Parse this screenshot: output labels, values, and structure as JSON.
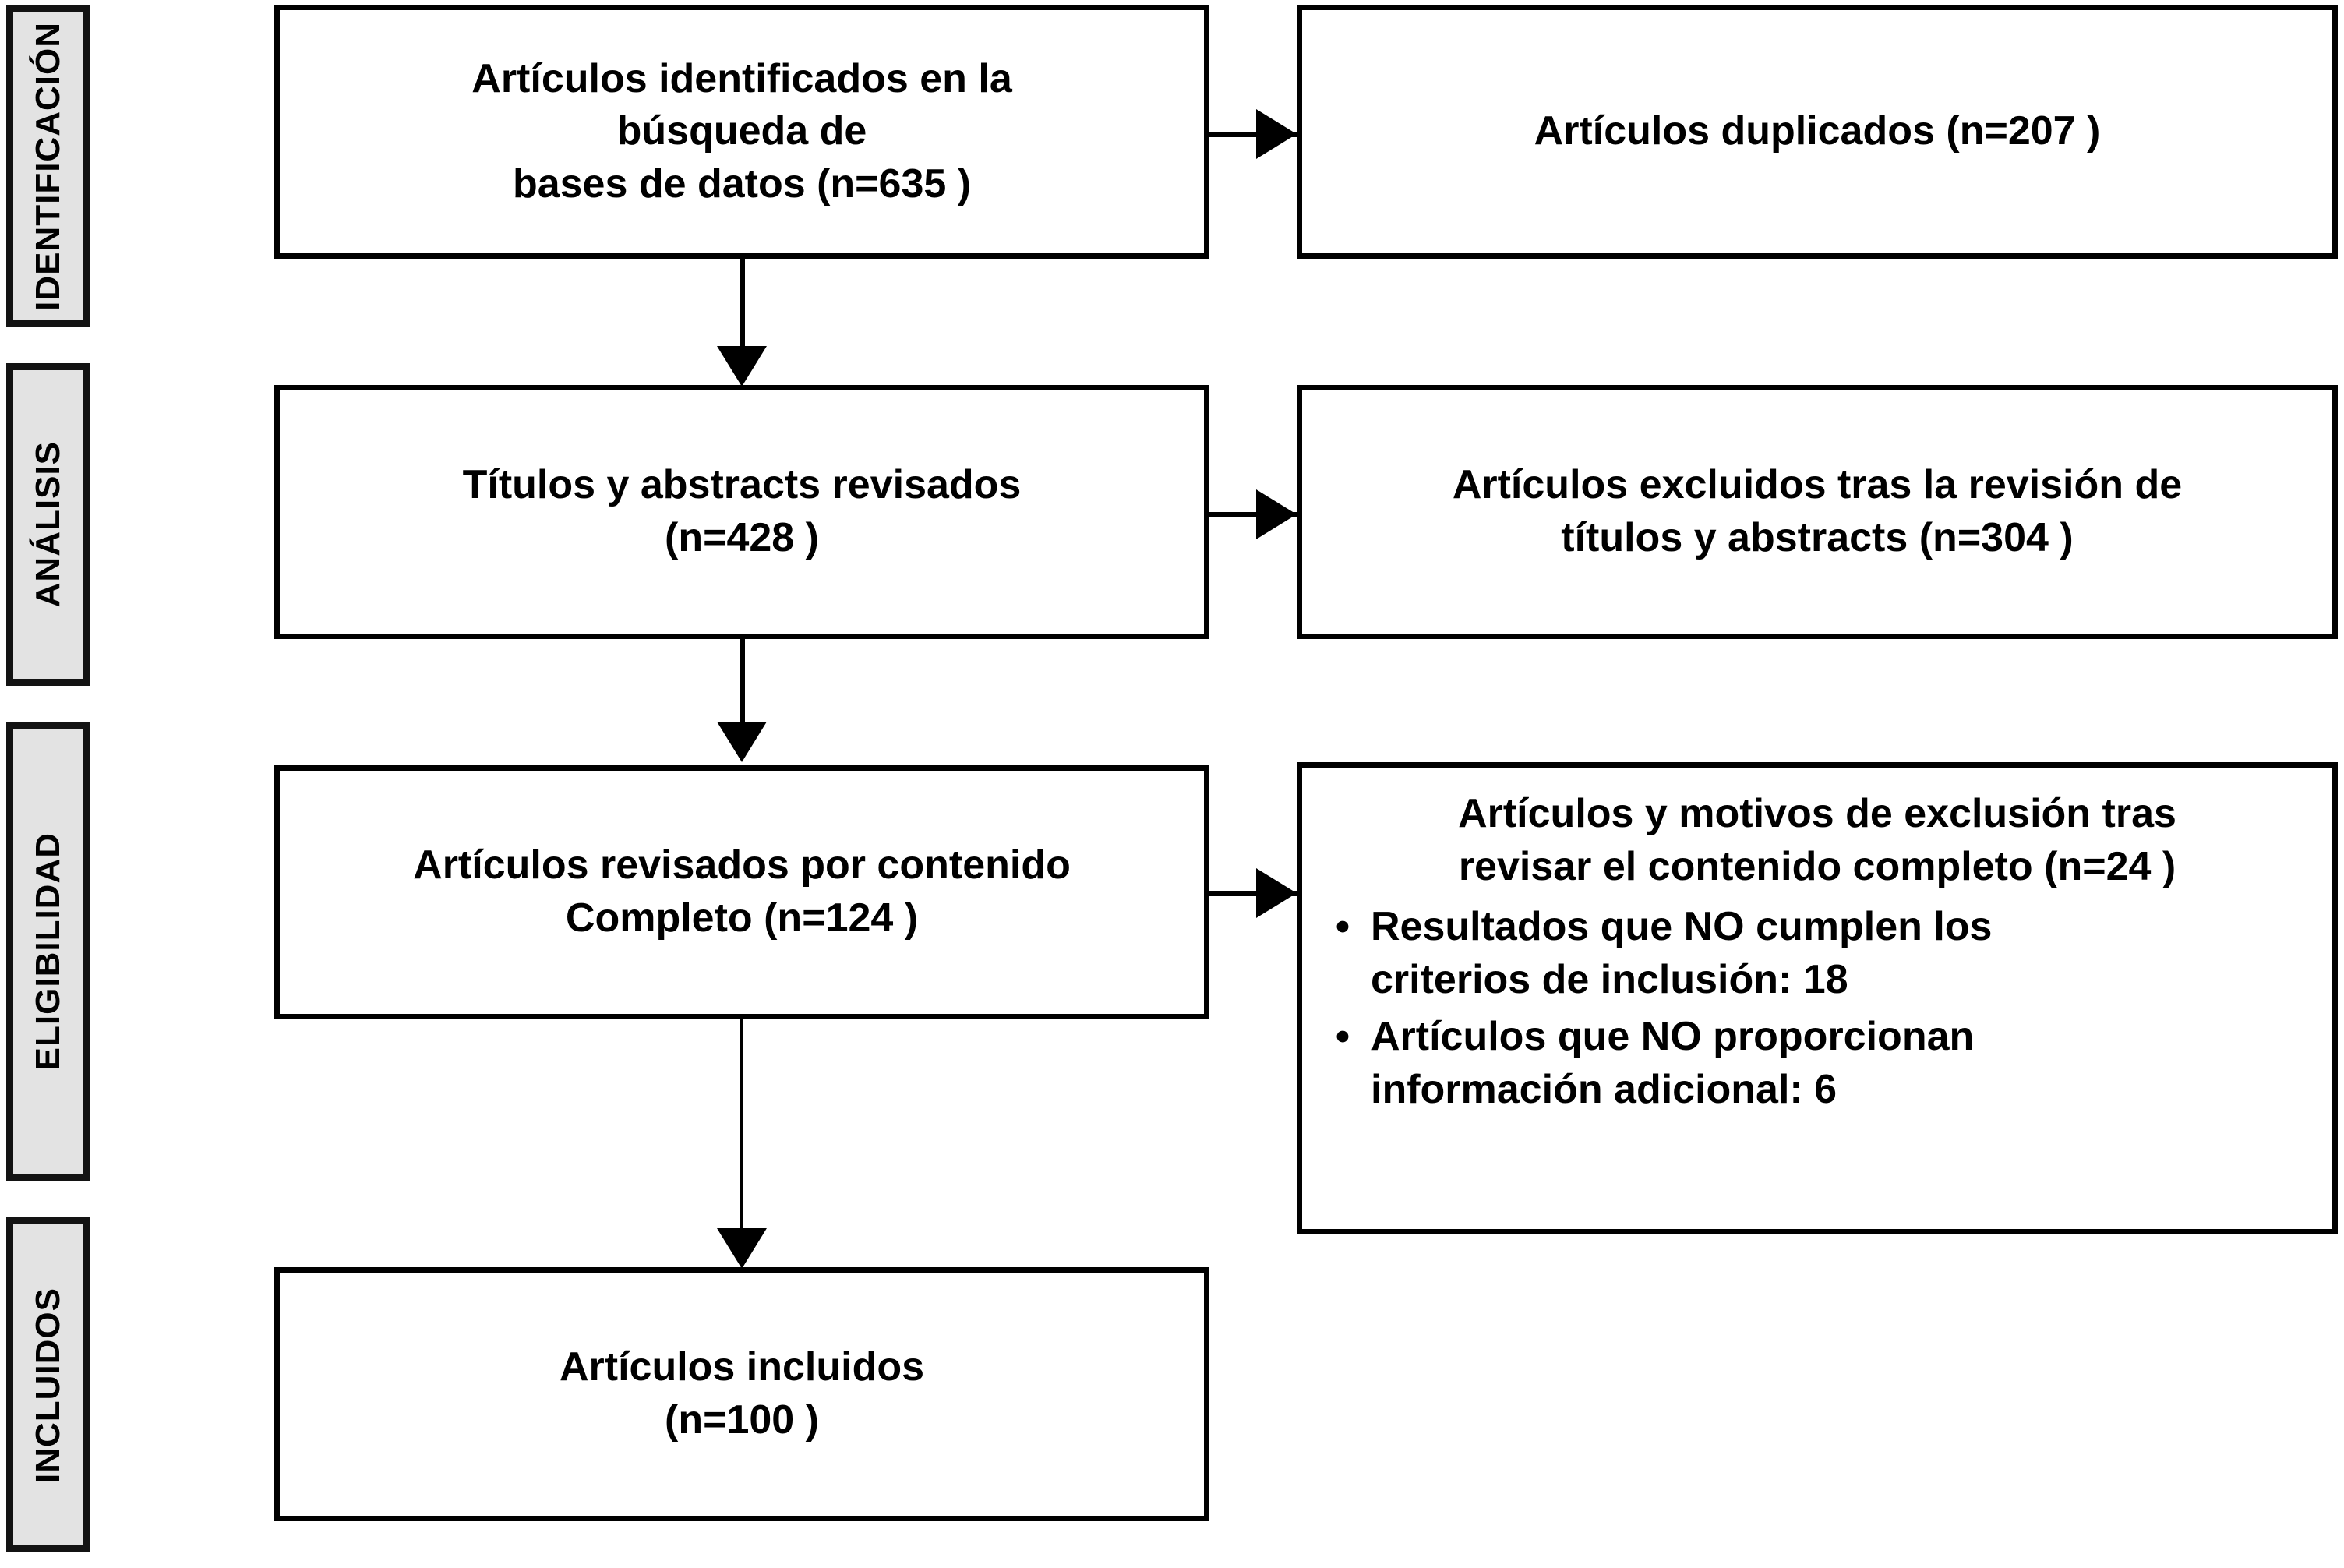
{
  "diagram": {
    "type": "prisma-flow-diagram",
    "language": "es",
    "stages": [
      {
        "id": "identificacion",
        "label": "IDENTIFICACIÓN"
      },
      {
        "id": "analisis",
        "label": "ANÁLISIS"
      },
      {
        "id": "eligibilidad",
        "label": "ELIGIBILIDAD"
      },
      {
        "id": "incluidos",
        "label": "INCLUIDOS"
      }
    ],
    "main_boxes": [
      {
        "id": "identificados",
        "lines": [
          "Artículos identificados en la",
          "búsqueda de",
          "bases de datos (n=635 )"
        ],
        "n": 635
      },
      {
        "id": "titulos-abstracts",
        "lines": [
          "Títulos y abstracts revisados",
          "(n=428 )"
        ],
        "n": 428
      },
      {
        "id": "contenido-completo",
        "lines": [
          "Artículos revisados por contenido",
          "Completo (n=124 )"
        ],
        "n": 124
      },
      {
        "id": "incluidos",
        "lines": [
          "Artículos incluidos",
          "(n=100 )"
        ],
        "n": 100
      }
    ],
    "side_boxes": [
      {
        "id": "duplicados",
        "lines": [
          "Artículos duplicados (n=207 )"
        ],
        "n": 207
      },
      {
        "id": "excluidos-titulos",
        "lines": [
          "Artículos excluidos tras la revisión de",
          "títulos y abstracts (n=304 )"
        ],
        "n": 304
      },
      {
        "id": "excluidos-contenido",
        "title_lines": [
          "Artículos y motivos de exclusión tras",
          "revisar el contenido completo (n=24 )"
        ],
        "n": 24,
        "bullet_marker": "•",
        "bullets": [
          {
            "lines": [
              "Resultados que NO cumplen los",
              "criterios de inclusión: 18"
            ],
            "count": 18
          },
          {
            "lines": [
              "Artículos que NO proporcionan",
              "información adicional: 6"
            ],
            "count": 6
          }
        ]
      }
    ],
    "colors": {
      "stage_fill": "#e3e3e3",
      "stage_border": "#131313",
      "box_border": "#000000",
      "box_fill": "#ffffff",
      "text": "#000000",
      "connector": "#000000"
    }
  }
}
